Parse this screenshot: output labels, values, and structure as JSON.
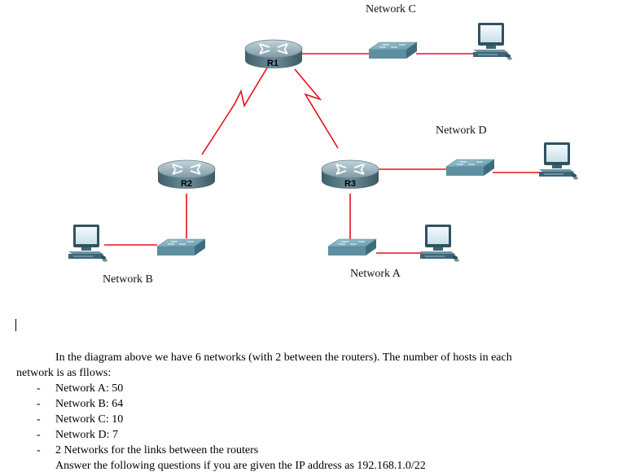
{
  "diagram": {
    "routers": {
      "r1": "R1",
      "r2": "R2",
      "r3": "R3"
    },
    "networks": {
      "a": "Network A",
      "b": "Network B",
      "c": "Network C",
      "d": "Network D"
    }
  },
  "text": {
    "intro_line1": "In the diagram above we have 6 networks (with 2 between the routers). The number of hosts in each",
    "intro_line2": "network is as fllows:",
    "dash": "-",
    "items": [
      "Network A: 50",
      "Network B: 64",
      "Network C: 10",
      "Network D: 7",
      "2 Networks for the links between the routers"
    ],
    "question": "Answer the following questions if you are given the IP address as 192.168.1.0/22"
  },
  "colors": {
    "link": "#e8101c",
    "router_top": "#9fb6bf",
    "router_body": "#4e6f7c",
    "switch": "#6fa3b5"
  },
  "icons": [
    "router-icon",
    "switch-icon",
    "computer-icon"
  ]
}
